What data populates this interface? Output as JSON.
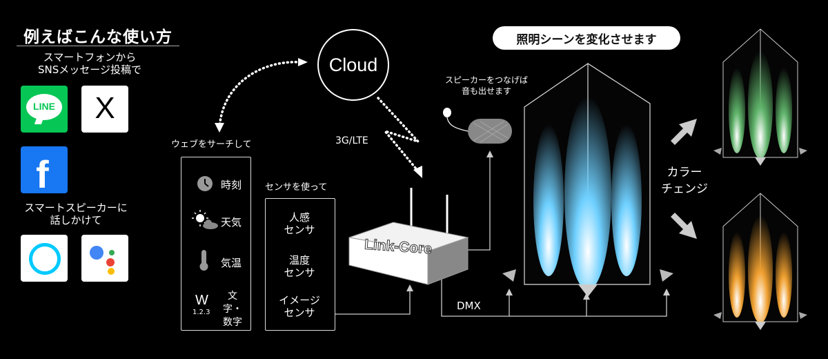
{
  "heading": "例えばこんな使い方",
  "smartphone_caption": [
    "スマートフォンから",
    "SNSメッセージ投稿で"
  ],
  "apps": [
    {
      "name": "LINE",
      "color": "#06c755"
    },
    {
      "name": "X",
      "color": "#ffffff"
    },
    {
      "name": "f",
      "color": "#1877f2"
    }
  ],
  "speaker_caption": [
    "スマートスピーカーに",
    "話しかけて"
  ],
  "web_search_label": "ウェブをサーチして",
  "web_items": [
    {
      "icon": "clock-icon",
      "label": "時刻"
    },
    {
      "icon": "weather-icon",
      "label": "天気"
    },
    {
      "icon": "thermometer-icon",
      "label": "気温"
    },
    {
      "icon": "text-number-icon",
      "label": "文字・数字",
      "icon_text": "W",
      "icon_sub": "1.2.3"
    }
  ],
  "sensor_label": "センサを使って",
  "sensors": [
    {
      "label": [
        "人感",
        "センサ"
      ]
    },
    {
      "label": [
        "温度",
        "センサ"
      ]
    },
    {
      "label": [
        "イメージ",
        "センサ"
      ]
    }
  ],
  "cloud_label": "Cloud",
  "network_label": "3G/LTE",
  "device_label": "Link-Core",
  "speaker_note": [
    "スピーカーをつなげば",
    "音も出せます"
  ],
  "dmx_label": "DMX",
  "scene_button": "照明シーンを変化させます",
  "color_change_label": [
    "カラー",
    "チェンジ"
  ],
  "colors": {
    "cyan": "#6fd0ff",
    "green": "#5fb36a",
    "orange": "#f0a030"
  }
}
